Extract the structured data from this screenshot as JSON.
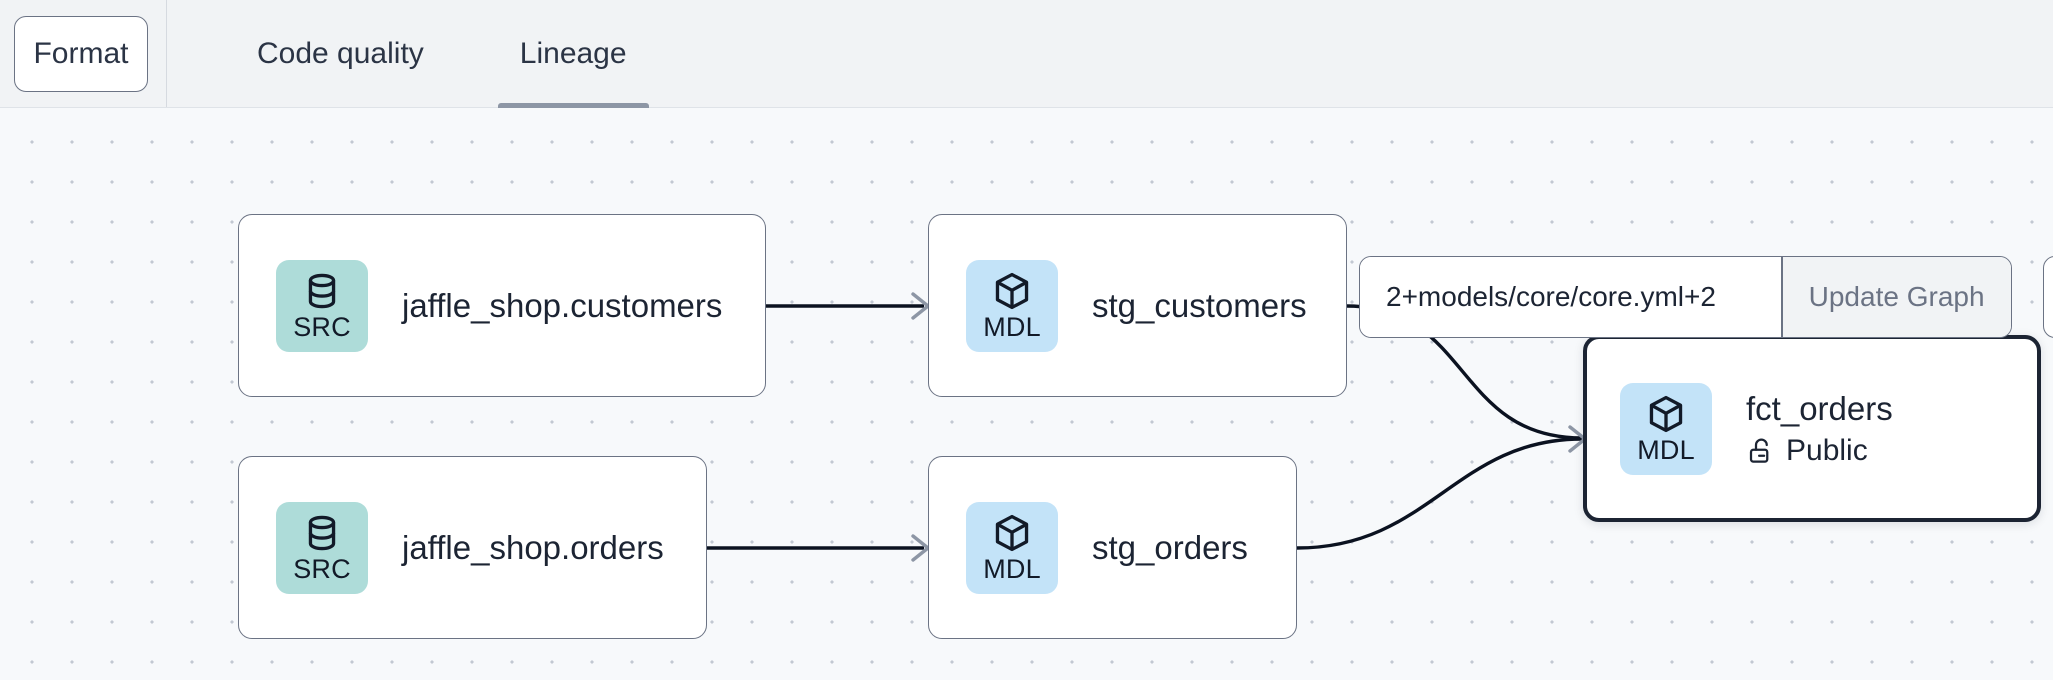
{
  "toolbar": {
    "format_label": "Format",
    "tabs": [
      {
        "label": "Code quality",
        "active": false
      },
      {
        "label": "Lineage",
        "active": true
      }
    ]
  },
  "selector": {
    "value": "2+models/core/core.yml+2",
    "placeholder": "2+models/core/core.yml+2",
    "update_label": "Update Graph"
  },
  "graph": {
    "nodes": [
      {
        "id": "jaffle_shop_customers",
        "title": "jaffle_shop.customers",
        "badge": "SRC",
        "badge_icon": "database-icon",
        "badge_color": "#AEDCD9",
        "selected": false,
        "subtitle": null,
        "subtitle_icon": null
      },
      {
        "id": "stg_customers",
        "title": "stg_customers",
        "badge": "MDL",
        "badge_icon": "cube-icon",
        "badge_color": "#C3E3F8",
        "selected": false,
        "subtitle": null,
        "subtitle_icon": null
      },
      {
        "id": "jaffle_shop_orders",
        "title": "jaffle_shop.orders",
        "badge": "SRC",
        "badge_icon": "database-icon",
        "badge_color": "#AEDCD9",
        "selected": false,
        "subtitle": null,
        "subtitle_icon": null
      },
      {
        "id": "stg_orders",
        "title": "stg_orders",
        "badge": "MDL",
        "badge_icon": "cube-icon",
        "badge_color": "#C3E3F8",
        "selected": false,
        "subtitle": null,
        "subtitle_icon": null
      },
      {
        "id": "fct_orders",
        "title": "fct_orders",
        "badge": "MDL",
        "badge_icon": "cube-icon",
        "badge_color": "#C3E3F8",
        "selected": true,
        "subtitle": "Public",
        "subtitle_icon": "unlock-icon"
      }
    ],
    "edges": [
      {
        "from": "jaffle_shop_customers",
        "to": "stg_customers",
        "shape": "straight"
      },
      {
        "from": "jaffle_shop_orders",
        "to": "stg_orders",
        "shape": "straight"
      },
      {
        "from": "stg_customers",
        "to": "fct_orders",
        "shape": "curve"
      },
      {
        "from": "stg_orders",
        "to": "fct_orders",
        "shape": "curve"
      }
    ],
    "edge_color": "#0B1220",
    "arrow_color": "#8D96A5"
  }
}
